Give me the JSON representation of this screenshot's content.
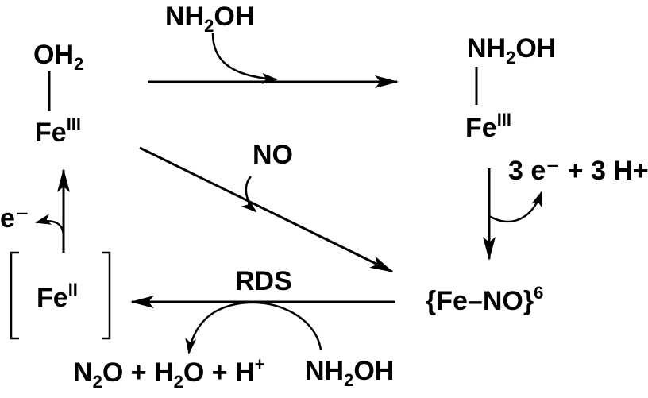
{
  "species": {
    "fe3_aqua": {
      "ligand": "OH",
      "ligand_sub": "2",
      "metal": "Fe",
      "ox": "III"
    },
    "fe3_nh2oh": {
      "ligand_a": "NH",
      "ligand_sub": "2",
      "ligand_b": "OH",
      "metal": "Fe",
      "ox": "III"
    },
    "fe2": {
      "metal": "Fe",
      "ox": "II"
    },
    "fe_no": {
      "text": "{Fe–NO}",
      "sup": "6"
    }
  },
  "reagents": {
    "top": {
      "a": "NH",
      "sub": "2",
      "b": "OH"
    },
    "diag": "NO",
    "redox": "3 e⁻ + 3 H+",
    "electron": "e⁻",
    "rds": "RDS",
    "bottom_in": {
      "a": "NH",
      "sub": "2",
      "b": "OH"
    },
    "products": {
      "p1": "N",
      "p1sub": "2",
      "p1b": "O + H",
      "p2sub": "2",
      "p2b": "O + H",
      "sup": "+"
    }
  },
  "colors": {
    "ink": "#000000",
    "background": "#ffffff"
  }
}
